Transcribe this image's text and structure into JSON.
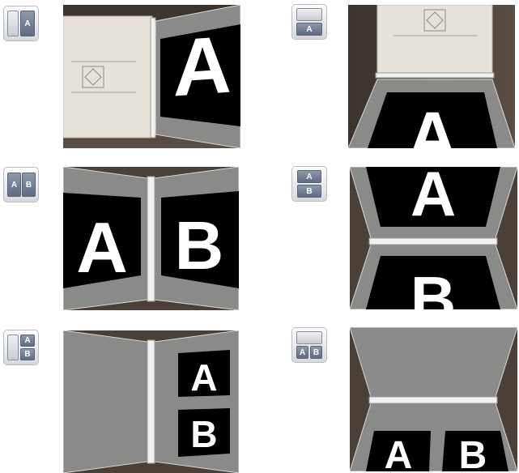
{
  "options": [
    {
      "id": "single-left",
      "icon_labels": [
        "A"
      ],
      "icon_layout": "left-right (label in right pane)",
      "preview_letters": [
        "A"
      ]
    },
    {
      "id": "single-bottom",
      "icon_labels": [
        "A"
      ],
      "icon_layout": "top-bottom (label in bottom pane)",
      "preview_letters": [
        "A"
      ]
    },
    {
      "id": "two-pages-side",
      "icon_labels": [
        "A",
        "B"
      ],
      "icon_layout": "left-right",
      "preview_letters": [
        "A",
        "B"
      ]
    },
    {
      "id": "two-pages-stacked",
      "icon_labels": [
        "A",
        "B"
      ],
      "icon_layout": "top-bottom",
      "preview_letters": [
        "A",
        "B"
      ]
    },
    {
      "id": "right-stacked",
      "icon_labels": [
        "A",
        "B"
      ],
      "icon_layout": "left-right (labels stacked in right pane)",
      "preview_letters": [
        "A",
        "B"
      ]
    },
    {
      "id": "bottom-side",
      "icon_labels": [
        "A",
        "B"
      ],
      "icon_layout": "top-bottom (labels side by side in bottom pane)",
      "preview_letters": [
        "A",
        "B"
      ]
    }
  ],
  "colors": {
    "wood": "#4a4038",
    "gray_panel": "#8a8a88",
    "paper": "#e8e4dc",
    "screen": "#000000",
    "icon_label": "#6b7489"
  }
}
